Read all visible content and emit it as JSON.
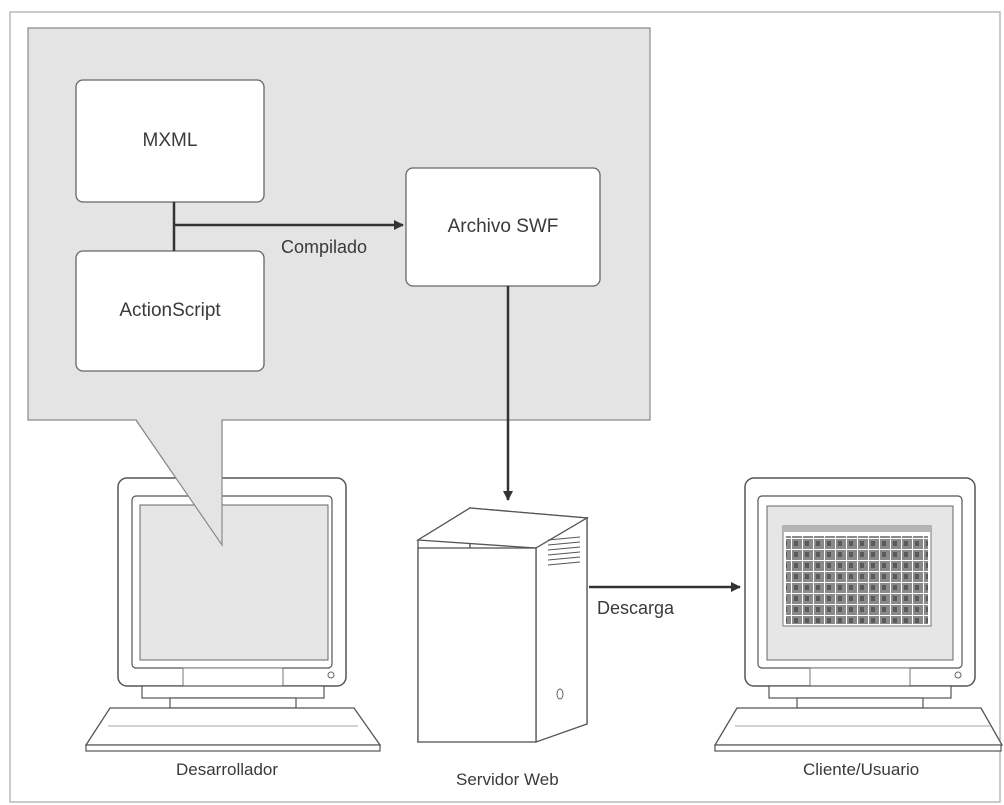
{
  "nodes": {
    "mxml": "MXML",
    "actionscript": "ActionScript",
    "swf": "Archivo SWF"
  },
  "edges": {
    "compile": "Compilado",
    "download": "Descarga"
  },
  "captions": {
    "developer": "Desarrollador",
    "server": "Servidor Web",
    "client": "Cliente/Usuario"
  },
  "colors": {
    "panel_fill": "#e4e4e4",
    "stroke": "#555555",
    "arrow": "#333333",
    "screen_fill": "#e6e6e6"
  }
}
